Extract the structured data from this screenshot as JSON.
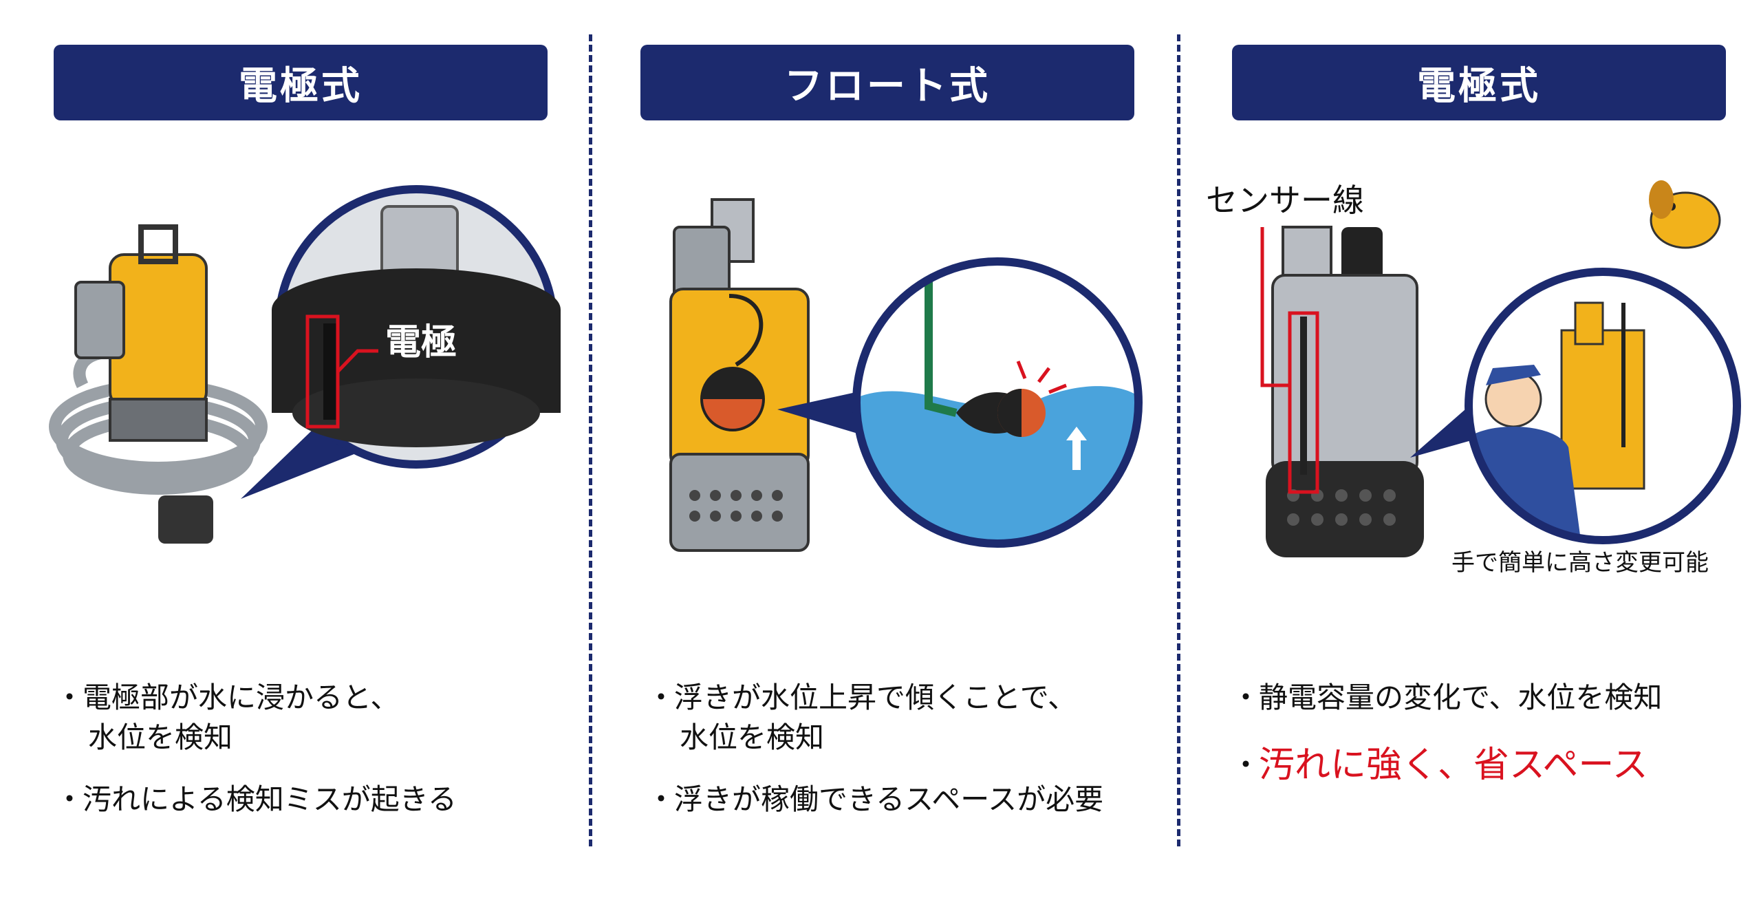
{
  "panels": [
    {
      "title": "電極式",
      "callout": "電極",
      "bullets": [
        {
          "line1": "電極部が水に浸かると、",
          "line2": "水位を検知"
        },
        {
          "line1": "汚れによる検知ミスが起きる"
        }
      ]
    },
    {
      "title": "フロート式",
      "bullets": [
        {
          "line1": "浮きが水位上昇で傾くことで、",
          "line2": "水位を検知"
        },
        {
          "line1": "浮きが稼働できるスペースが必要"
        }
      ]
    },
    {
      "title": "電極式",
      "sensor_label": "センサー線",
      "caption": "手で簡単に高さ変更可能",
      "bullets": [
        {
          "line1": "静電容量の変化で、水位を検知"
        },
        {
          "line1": "汚れに強く、省スペース"
        }
      ]
    }
  ],
  "bullet_mark": "・",
  "colors": {
    "header": "#1c2a6e",
    "highlight": "#d9121f",
    "pump_yellow": "#f2b21b",
    "water": "#4aa3dc",
    "float": "#d95a2b"
  }
}
